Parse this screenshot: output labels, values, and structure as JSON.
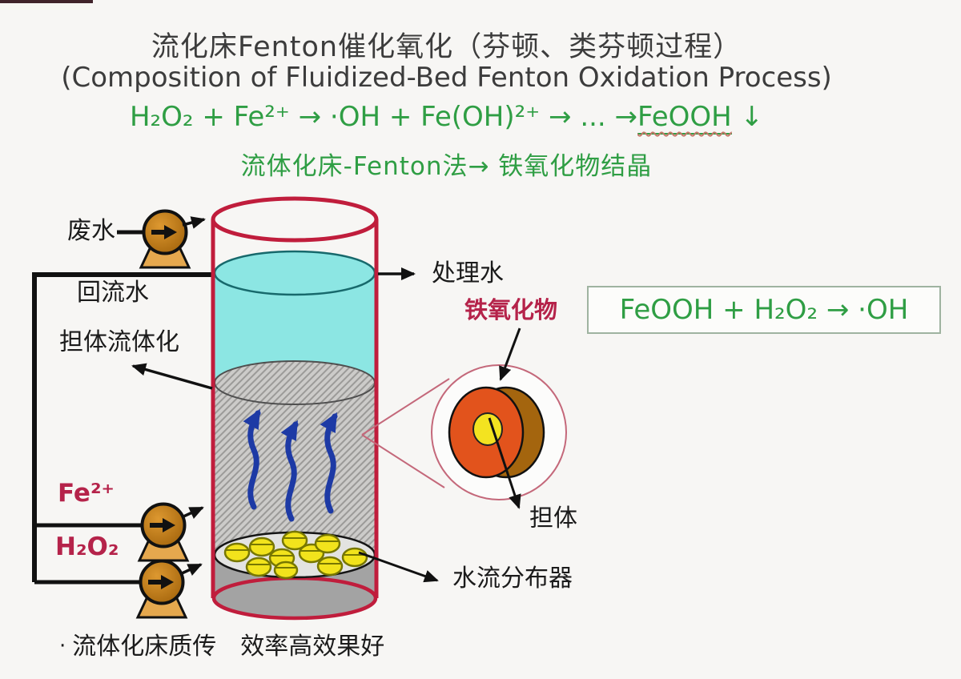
{
  "title": {
    "line1_zh": "流化床Fenton催化氧化（芬顿、类芬顿过程）",
    "line2_en": "(Composition of Fluidized-Bed Fenton Oxidation Process)"
  },
  "equations": {
    "main_pre": "H₂O₂ + Fe²⁺ → ·OH + Fe(OH)²⁺ → ... →",
    "main_feooh": "FeOOH",
    "main_post": " ↓",
    "process_line": "流体化床-Fenton法→ 铁氧化物结晶",
    "side_box": "FeOOH + H₂O₂ → ·OH"
  },
  "labels": {
    "wastewater": "废水",
    "recycle_water": "回流水",
    "carrier_fluidization": "担体流体化",
    "treated_water": "处理水",
    "iron_oxide": "铁氧化物",
    "fe2_feed": "Fe²⁺",
    "h2o2_feed": "H₂O₂",
    "carrier": "担体",
    "flow_distributor": "水流分布器",
    "bullet": "·",
    "bottom_note": "流体化床质传　效率高效果好"
  },
  "colors": {
    "equation_green": "#2f9e44",
    "label_crimson": "#b5234a",
    "column_red": "#c01d3c",
    "water_cyan": "#8ce6e3",
    "pump_orange": "#c17a17",
    "particle_yellow": "#f2e31c",
    "flow_arrow_blue": "#1d3aa5",
    "magnifier_pink": "#c4687a"
  }
}
